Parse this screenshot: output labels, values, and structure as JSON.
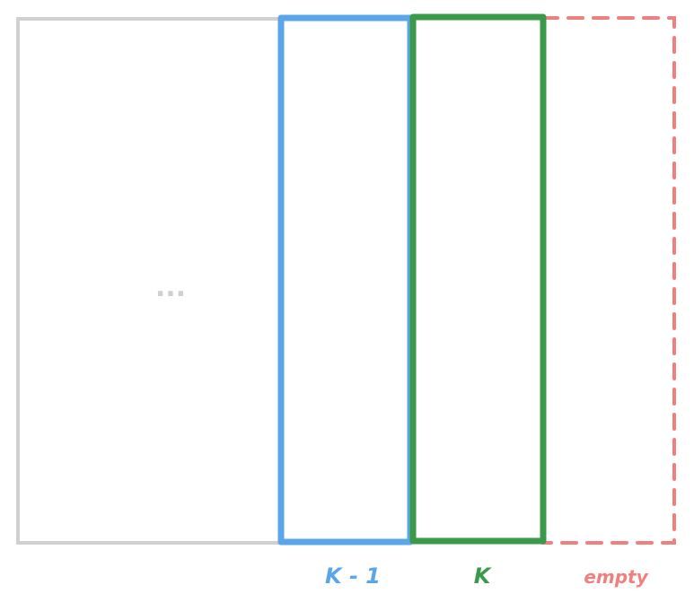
{
  "columns": [
    {
      "id": "previous",
      "label": "...",
      "color": "#d0d0d0",
      "style": "solid"
    },
    {
      "id": "k-minus-1",
      "label": "K - 1",
      "color": "#5aa6e8",
      "style": "solid"
    },
    {
      "id": "k",
      "label": "K",
      "color": "#3a9a4a",
      "style": "solid"
    },
    {
      "id": "empty",
      "label": "empty",
      "color": "#f08080",
      "style": "dashed"
    }
  ]
}
